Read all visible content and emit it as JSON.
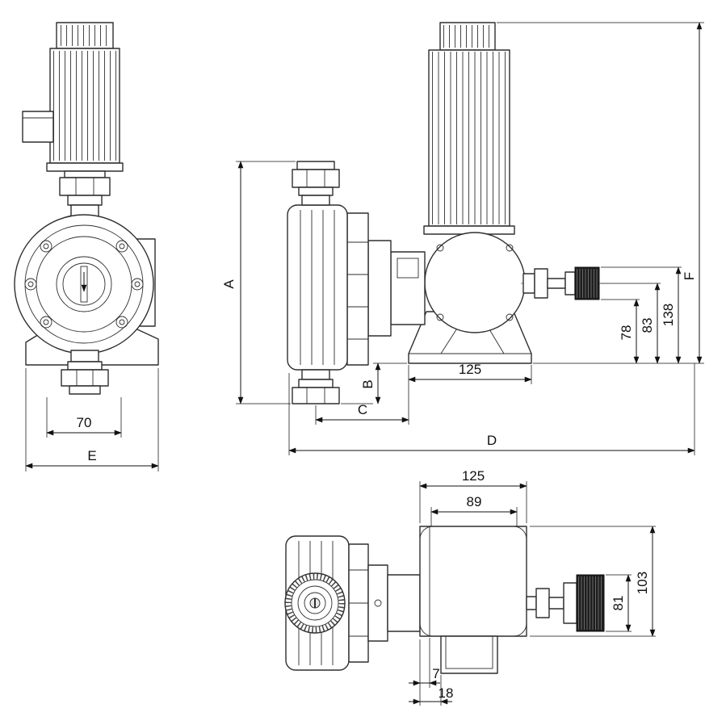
{
  "page": {
    "background": "#ffffff",
    "description": "Technical dimension drawing of a diaphragm dosing pump in three orthographic views: front view, side view, top view"
  },
  "colors": {
    "outline": "#2e2e2e",
    "dimension": "#111111",
    "knurl_fill": "#1e1e1e"
  },
  "symbols": {
    "flow_direction_arrow": "↓"
  },
  "dims": {
    "front_70": "70",
    "front_e": "E",
    "side_a": "A",
    "side_b": "B",
    "side_c": "C",
    "side_d": "D",
    "side_125": "125",
    "side_78": "78",
    "side_83": "83",
    "side_138": "138",
    "side_f": "F",
    "top_125": "125",
    "top_89": "89",
    "top_81": "81",
    "top_103": "103",
    "top_7": "7",
    "top_18": "18"
  }
}
